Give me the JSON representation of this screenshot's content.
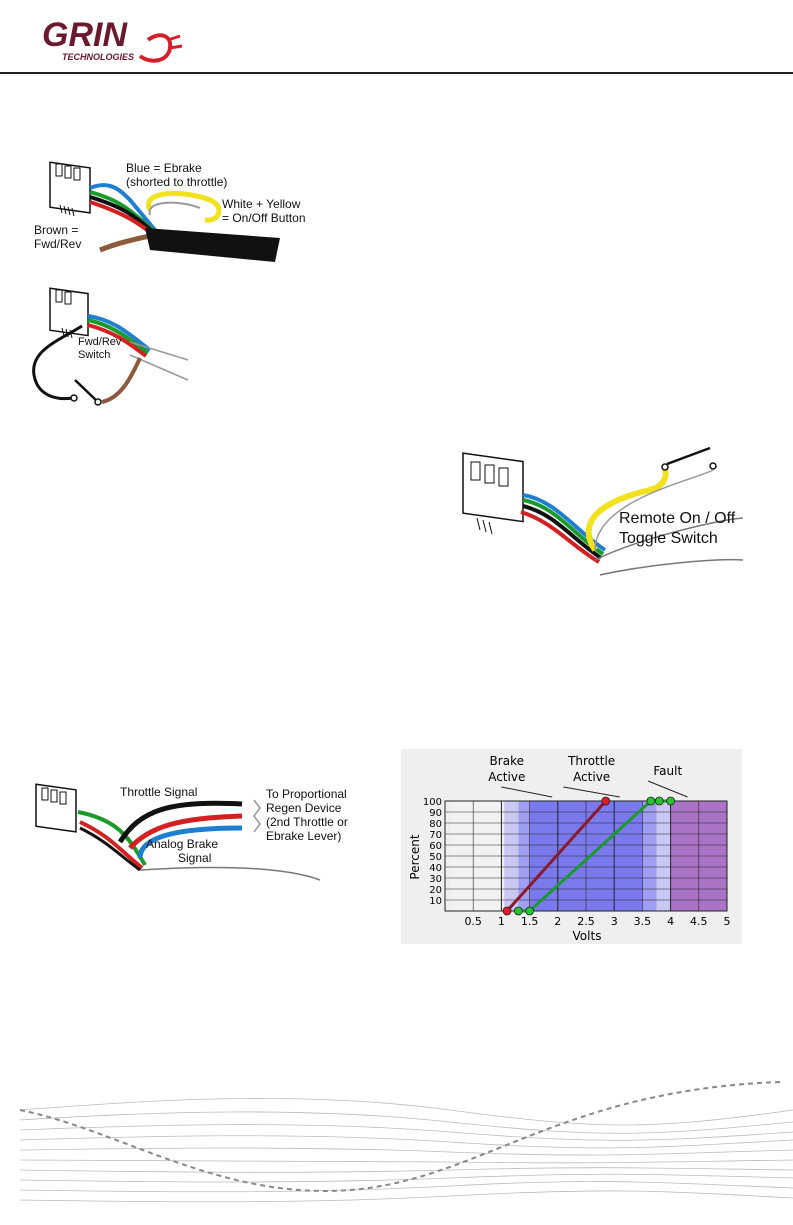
{
  "header": {
    "logo_word": "GRIN",
    "logo_sub": "TECHNOLOGIES"
  },
  "figures": {
    "ebrake_wiring": {
      "blue_label_1": "Blue = Ebrake",
      "blue_label_2": "(shorted to throttle)",
      "white_label_1": "White + Yellow",
      "white_label_2": "= On/Off Button",
      "brown_label_1": "Brown =",
      "brown_label_2": "Fwd/Rev"
    },
    "fwdrev_switch": {
      "label_1": "Fwd/Rev",
      "label_2": "Switch"
    },
    "remote_toggle": {
      "label_1": "Remote On / Off",
      "label_2": "Toggle Switch"
    },
    "regen_wiring": {
      "throttle_label": "Throttle Signal",
      "dest_1": "To Proportional",
      "dest_2": "Regen Device",
      "dest_3": "(2nd Throttle or",
      "dest_4": "Ebrake Lever)",
      "brake_label_1": "Analog Brake",
      "brake_label_2": "Signal"
    }
  },
  "chart_data": {
    "type": "line",
    "xlabel": "Volts",
    "ylabel": "Percent",
    "xlim": [
      0,
      5
    ],
    "ylim": [
      0,
      100
    ],
    "x_ticks": [
      "0.5",
      "1",
      "1.5",
      "2",
      "2.5",
      "3",
      "3.5",
      "4",
      "4.5",
      "5"
    ],
    "y_ticks": [
      "10",
      "20",
      "30",
      "40",
      "50",
      "60",
      "70",
      "80",
      "90",
      "100"
    ],
    "annotations": [
      {
        "line1": "Brake",
        "line2": "Active"
      },
      {
        "line1": "Throttle",
        "line2": "Active"
      },
      {
        "line1": "Fault",
        "line2": ""
      }
    ],
    "regions": [
      {
        "from": 0.1,
        "to": 1.0,
        "color": "#f2f2f2"
      },
      {
        "from": 1.05,
        "to": 1.3,
        "color": "#c8c8f2"
      },
      {
        "from": 1.3,
        "to": 1.5,
        "color": "#9e9ef2"
      },
      {
        "from": 1.5,
        "to": 3.5,
        "color": "#7a7aee"
      },
      {
        "from": 3.5,
        "to": 3.75,
        "color": "#9e9ef2"
      },
      {
        "from": 3.75,
        "to": 4.0,
        "color": "#c8c8f2"
      },
      {
        "from": 4.0,
        "to": 5.0,
        "color": "#a974c6"
      }
    ],
    "series": [
      {
        "color": "#8b1a2a",
        "marker": "#e01e28",
        "points": [
          [
            1.1,
            0
          ],
          [
            2.85,
            100
          ]
        ]
      },
      {
        "color": "#1a9a2a",
        "marker": "#27c431",
        "points": [
          [
            1.3,
            0
          ],
          [
            1.5,
            0
          ],
          [
            3.65,
            100
          ],
          [
            3.8,
            100
          ],
          [
            4.0,
            100
          ]
        ]
      }
    ]
  }
}
